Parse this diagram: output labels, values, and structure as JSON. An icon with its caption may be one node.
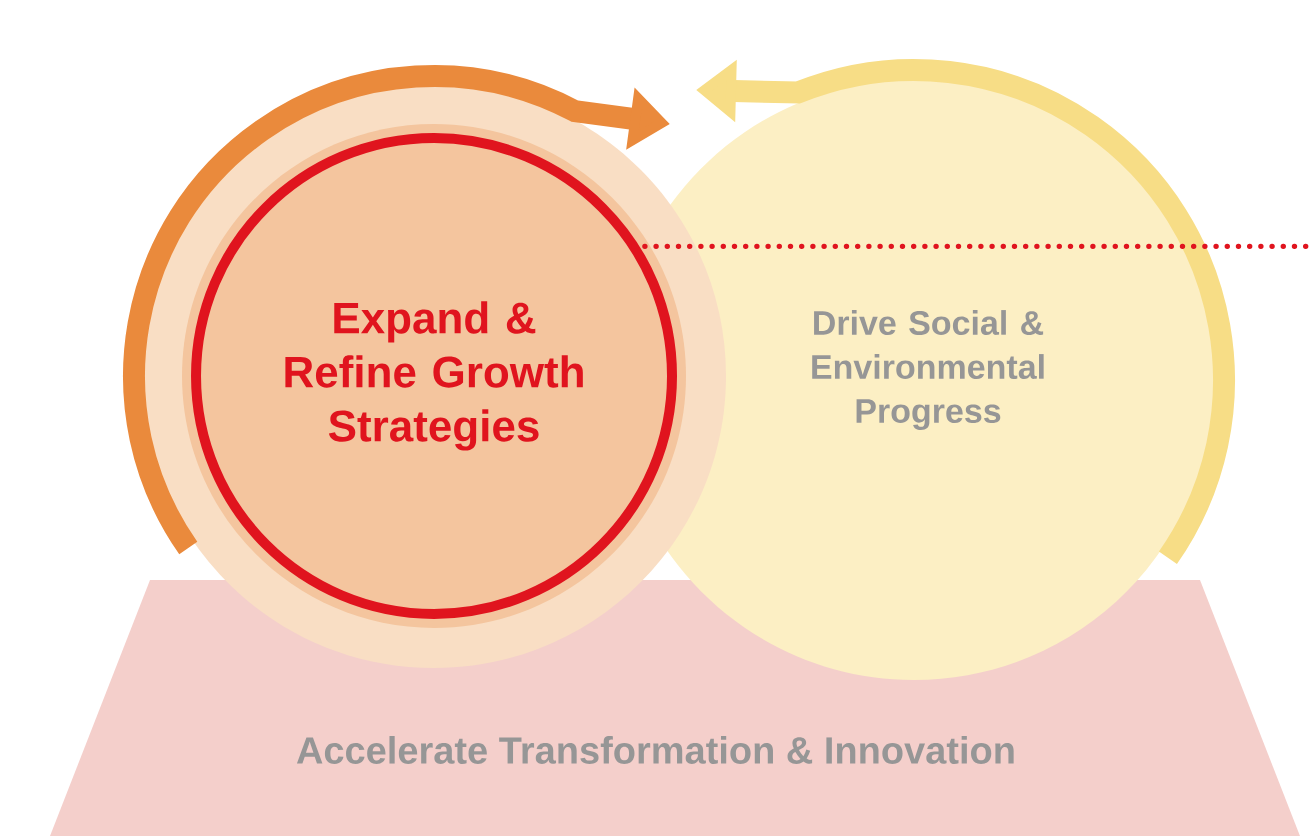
{
  "diagram": {
    "nodes": [
      {
        "text": [
          "Expand & Refine Growth Strategies"
        ]
      },
      {
        "text": [
          "Drive Social & Environmental Progress"
        ]
      },
      {
        "text": [
          "Accelerate Transformation & Innovation"
        ]
      }
    ],
    "edges": [
      {
        "from": 0,
        "to": null,
        "arrow": "to",
        "color": "#ea8a3c"
      },
      {
        "from": 1,
        "to": null,
        "arrow": "to",
        "color": "#f7dd86"
      },
      {
        "from": 0,
        "to": null,
        "arrow": "none",
        "style": "dashed",
        "color": "#e0141e"
      }
    ]
  }
}
